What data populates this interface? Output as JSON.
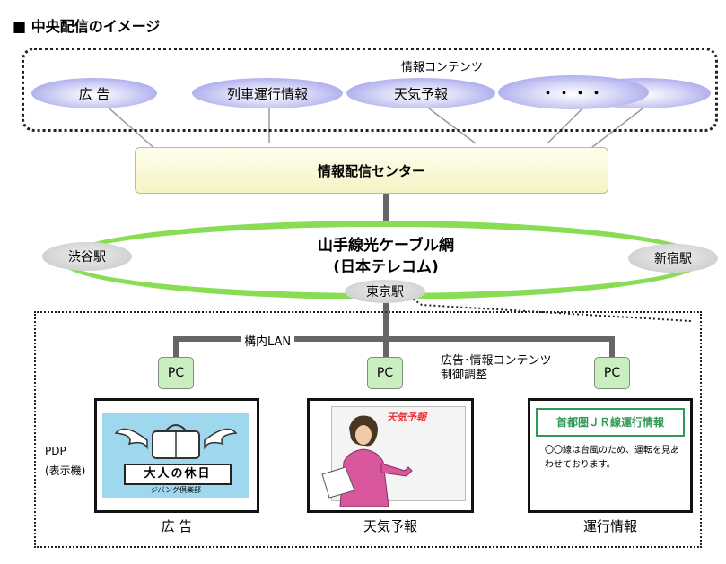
{
  "title": "■ 中央配信のイメージ",
  "contents": {
    "group_label": "情報コンテンツ",
    "items": [
      "広 告",
      "列車運行情報",
      "天気予報",
      "・・・・"
    ]
  },
  "center": "情報配信センター",
  "network": {
    "name": "山手線光ケーブル網",
    "sub": "(日本テレコム)",
    "stations": {
      "left": "渋谷駅",
      "right": "新宿駅",
      "bottom": "東京駅"
    }
  },
  "station_area": {
    "lan_label": "構内LAN",
    "control_label": "広告･情報コンテンツ\n制御調整",
    "pdp_label": "PDP\n(表示機)",
    "pc_label": "PC",
    "displays": [
      {
        "caption": "広 告",
        "screen_text": "大人の休日",
        "screen_sub": "ジパング倶楽部"
      },
      {
        "caption": "天気予報",
        "screen_text": "天気予報"
      },
      {
        "caption": "運行情報",
        "screen_title": "首都圏ＪＲ線運行情報",
        "screen_body": "〇〇線は台風のため、運転を見あわせております。"
      }
    ]
  },
  "colors": {
    "bubble": "#8f8fe6",
    "ring": "#88dd55",
    "pc": "#c9efc1",
    "center": "#f5f3c4",
    "ad_bg": "#9fd8ee",
    "weather_bg": "#f4f4f4",
    "weather_accent": "#e8323c",
    "operation_border": "#2f9a55"
  },
  "icons": [
    "wing-bag-icon",
    "presenter-icon"
  ]
}
